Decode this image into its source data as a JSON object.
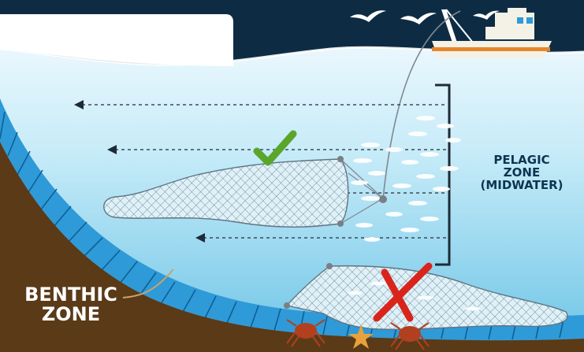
{
  "zones": {
    "pelagic": {
      "line1": "PELAGIC",
      "line2": "ZONE",
      "line3": "(MIDWATER)"
    },
    "benthic": {
      "line1": "BENTHIC",
      "line2": "ZONE"
    }
  },
  "icons": {
    "approve": "green-checkmark-icon",
    "reject": "red-x-icon",
    "boat": "fishing-boat-icon",
    "birds": "seagull-icon",
    "crab": "crab-icon",
    "starfish": "starfish-icon"
  },
  "colors": {
    "background": "#0d2c44",
    "water_top": "#e6f6fc",
    "water_bottom": "#7fcde9",
    "seabed": "#5a3a17",
    "seabed_stripe": "#2f9ad8",
    "check": "#5aa62b",
    "cross": "#d9241c",
    "label_dark": "#0d3550"
  }
}
